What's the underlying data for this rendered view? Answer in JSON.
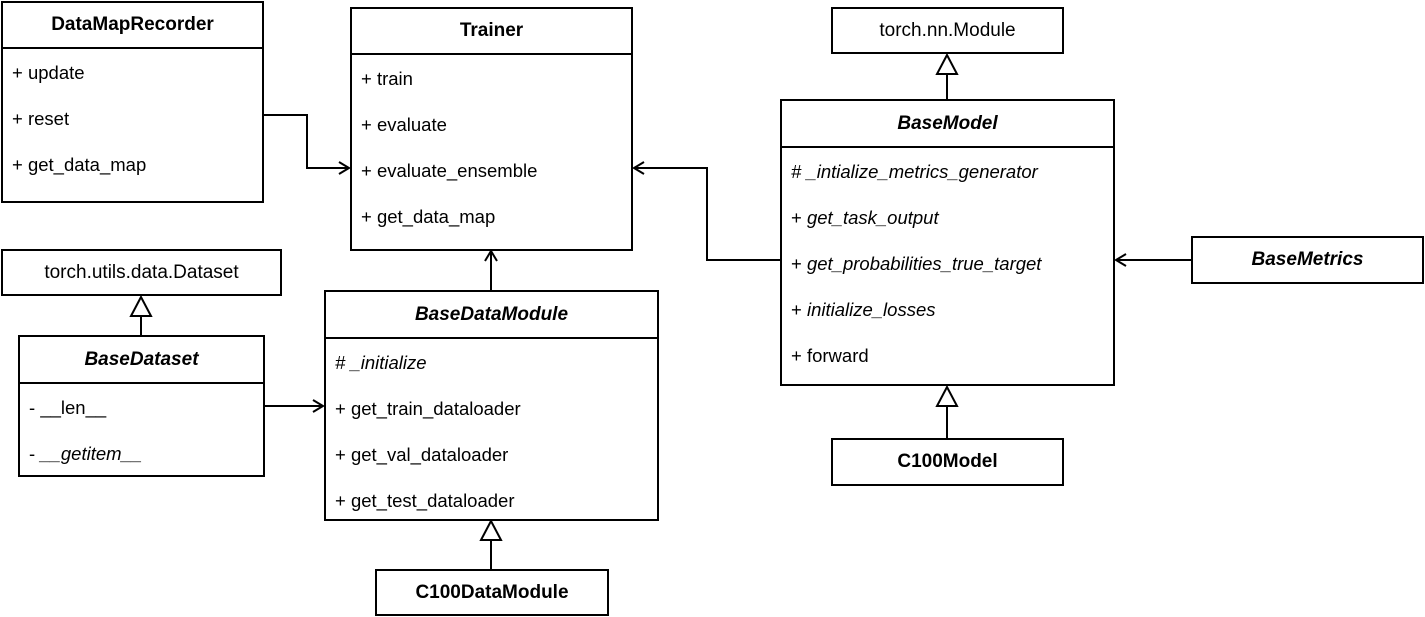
{
  "classes": {
    "data_map_recorder": {
      "name": "DataMapRecorder",
      "abstract": false,
      "members": [
        {
          "vis": "+",
          "name": "update",
          "italic": false
        },
        {
          "vis": "+",
          "name": "reset",
          "italic": false
        },
        {
          "vis": "+",
          "name": "get_data_map",
          "italic": false
        }
      ]
    },
    "trainer": {
      "name": "Trainer",
      "abstract": false,
      "members": [
        {
          "vis": "+",
          "name": "train",
          "italic": false
        },
        {
          "vis": "+",
          "name": "evaluate",
          "italic": false
        },
        {
          "vis": "+",
          "name": "evaluate_ensemble",
          "italic": false
        },
        {
          "vis": "+",
          "name": "get_data_map",
          "italic": false
        }
      ]
    },
    "torch_nn_module": {
      "name": "torch.nn.Module"
    },
    "base_model": {
      "name": "BaseModel",
      "abstract": true,
      "members": [
        {
          "vis": "#",
          "name": "_intialize_metrics_generator",
          "italic": true
        },
        {
          "vis": "+",
          "name": "get_task_output",
          "italic": true
        },
        {
          "vis": "+",
          "name": "get_probabilities_true_target",
          "italic": true
        },
        {
          "vis": "+",
          "name": "initialize_losses",
          "italic": true
        },
        {
          "vis": "+",
          "name": "forward",
          "italic": false
        }
      ]
    },
    "base_metrics": {
      "name": "BaseMetrics",
      "abstract": true
    },
    "c100_model": {
      "name": "C100Model",
      "abstract": false
    },
    "torch_dataset": {
      "name": "torch.utils.data.Dataset"
    },
    "base_dataset": {
      "name": "BaseDataset",
      "abstract": true,
      "members": [
        {
          "vis": "-",
          "name": "__len__",
          "italic": false
        },
        {
          "vis": "-",
          "name": "__getitem__",
          "italic": true
        }
      ]
    },
    "base_data_module": {
      "name": "BaseDataModule",
      "abstract": true,
      "members": [
        {
          "vis": "#",
          "name": "_initialize",
          "italic": true
        },
        {
          "vis": "+",
          "name": "get_train_dataloader",
          "italic": false
        },
        {
          "vis": "+",
          "name": "get_val_dataloader",
          "italic": false
        },
        {
          "vis": "+",
          "name": "get_test_dataloader",
          "italic": false
        }
      ]
    },
    "c100_data_module": {
      "name": "C100DataModule",
      "abstract": false
    }
  },
  "relations": [
    {
      "from": "DataMapRecorder",
      "to": "Trainer",
      "type": "association"
    },
    {
      "from": "BaseModel",
      "to": "Trainer",
      "type": "association"
    },
    {
      "from": "BaseDataModule",
      "to": "Trainer",
      "type": "association"
    },
    {
      "from": "BaseMetrics",
      "to": "BaseModel",
      "type": "association"
    },
    {
      "from": "BaseDataset",
      "to": "BaseDataModule",
      "type": "association"
    },
    {
      "from": "BaseModel",
      "to": "torch.nn.Module",
      "type": "inheritance"
    },
    {
      "from": "C100Model",
      "to": "BaseModel",
      "type": "inheritance"
    },
    {
      "from": "BaseDataset",
      "to": "torch.utils.data.Dataset",
      "type": "inheritance"
    },
    {
      "from": "C100DataModule",
      "to": "BaseDataModule",
      "type": "inheritance"
    }
  ]
}
